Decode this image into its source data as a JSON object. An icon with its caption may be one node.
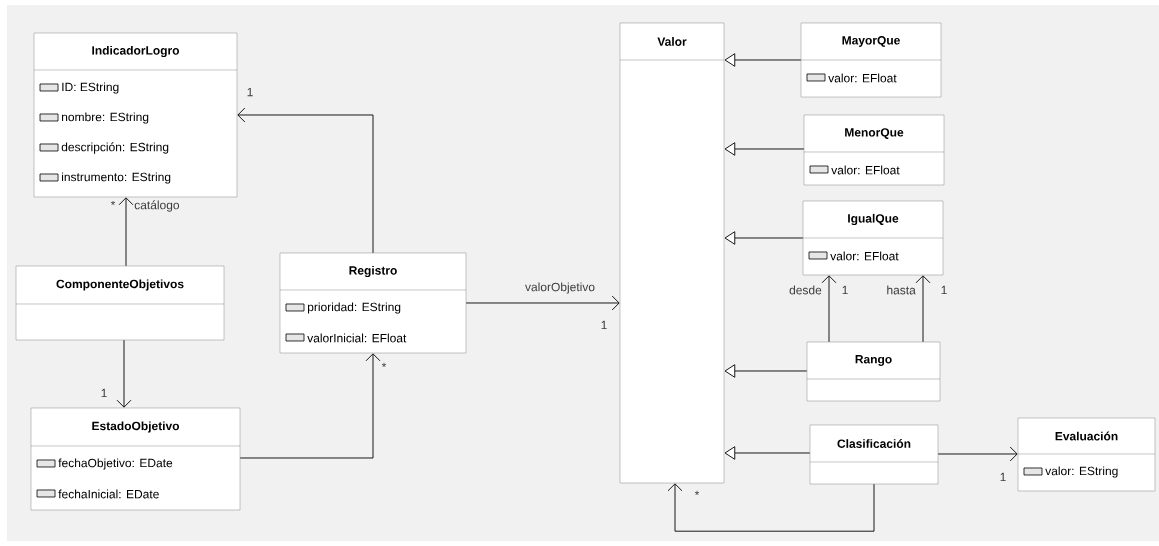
{
  "diagram": {
    "nodes": [
      {
        "text": [
          "IndicadorLogro",
          "ID: EString",
          "nombre: EString",
          "descripción: EString",
          "instrumento: EString"
        ]
      },
      {
        "text": [
          "ComponenteObjetivos"
        ]
      },
      {
        "text": [
          "Registro",
          "prioridad: EString",
          "valorInicial: EFloat"
        ]
      },
      {
        "text": [
          "EstadoObjetivo",
          "fechaObjetivo: EDate",
          "fechaInicial: EDate"
        ]
      },
      {
        "text": [
          "Valor"
        ]
      },
      {
        "text": [
          "MayorQue",
          "valor: EFloat"
        ]
      },
      {
        "text": [
          "MenorQue",
          "valor: EFloat"
        ]
      },
      {
        "text": [
          "IgualQue",
          "valor: EFloat"
        ]
      },
      {
        "text": [
          "Rango"
        ]
      },
      {
        "text": [
          "Clasificación"
        ]
      },
      {
        "text": [
          "Evaluación",
          "valor: EString"
        ]
      }
    ],
    "edges": [
      {
        "from": 2,
        "to": 0,
        "arrow": "to"
      },
      {
        "from": 1,
        "to": 0,
        "arrow": "to",
        "label": "catálogo"
      },
      {
        "from": 1,
        "to": 3,
        "arrow": "to"
      },
      {
        "from": 3,
        "to": 2,
        "arrow": "to"
      },
      {
        "from": 2,
        "to": 4,
        "arrow": "to",
        "label": "valorObjetivo"
      },
      {
        "from": 5,
        "to": 4,
        "arrow": "to"
      },
      {
        "from": 6,
        "to": 4,
        "arrow": "to"
      },
      {
        "from": 7,
        "to": 4,
        "arrow": "to"
      },
      {
        "from": 8,
        "to": 4,
        "arrow": "to"
      },
      {
        "from": 9,
        "to": 4,
        "arrow": "to"
      },
      {
        "from": 8,
        "to": 7,
        "arrow": "to",
        "label": "desde"
      },
      {
        "from": 8,
        "to": 7,
        "arrow": "to",
        "label": "hasta"
      },
      {
        "from": 9,
        "to": 10,
        "arrow": "to"
      },
      {
        "from": 9,
        "to": 4,
        "arrow": "to"
      }
    ],
    "labels": [
      "1",
      "*",
      "1",
      "1",
      "1",
      "*",
      "1",
      "1",
      "*"
    ]
  }
}
